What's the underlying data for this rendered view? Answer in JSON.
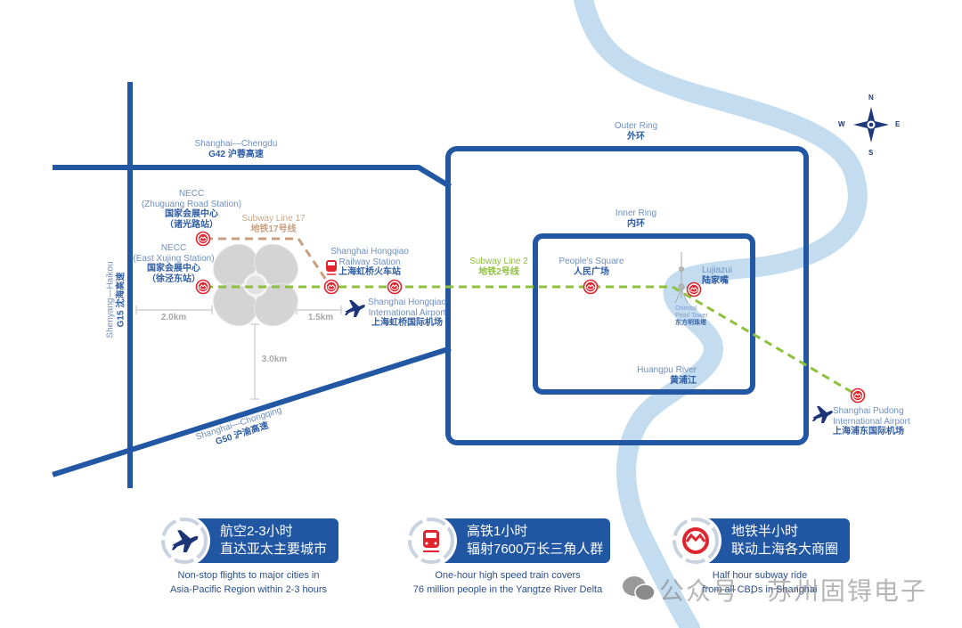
{
  "colors": {
    "road": "#2157a3",
    "river": "#c3dcef",
    "subway_line_2": "#8dc03c",
    "subway_line_17": "#c8a080",
    "station": "#e0252e",
    "airplane": "#1c3478",
    "card": "#2156a3"
  },
  "roads": {
    "g42": {
      "en": "Shanghai—Chengdu",
      "cn": "G42 沪蓉高速"
    },
    "g15": {
      "en": "Shenyang—Haikou",
      "cn": "G15 沈海高速"
    },
    "g50": {
      "en": "Shanghai—Chongqing",
      "cn": "G50 沪渝高速"
    },
    "outer_ring": {
      "en": "Outer Ring",
      "cn": "外环"
    },
    "inner_ring": {
      "en": "Inner Ring",
      "cn": "内环"
    }
  },
  "subway": {
    "line17": {
      "en": "Subway Line 17",
      "cn": "地铁17号线"
    },
    "line2": {
      "en": "Subway Line 2",
      "cn": "地铁2号线"
    }
  },
  "places": {
    "necc_zhuguang": {
      "en1": "NECC",
      "en2": "(Zhuguang Road Station)",
      "cn1": "国家会展中心",
      "cn2": "（诸光路站）"
    },
    "necc_xujing": {
      "en1": "NECC",
      "en2": "(East Xujing Station)",
      "cn1": "国家会展中心",
      "cn2": "（徐泾东站）"
    },
    "hongqiao_rail": {
      "en1": "Shanghai Hongqiao",
      "en2": "Railway Station",
      "cn": "上海虹桥火车站"
    },
    "hongqiao_airport": {
      "en1": "Shanghai Hongqiao",
      "en2": "International Airport",
      "cn": "上海虹桥国际机场"
    },
    "peoples_square": {
      "en": "People's Square",
      "cn": "人民广场"
    },
    "lujiazui": {
      "en": "Lujiazui",
      "cn": "陆家嘴"
    },
    "pearl_tower": {
      "en1": "Oriental",
      "en2": "Pearl Tower",
      "cn": "东方明珠塔"
    },
    "huangpu": {
      "en": "Huangpu River",
      "cn": "黄浦江"
    },
    "pudong_airport": {
      "en1": "Shanghai Pudong",
      "en2": "International Airport",
      "cn": "上海浦东国际机场"
    }
  },
  "distances": {
    "west": "2.0km",
    "east": "1.5km",
    "south": "3.0km"
  },
  "compass": {
    "n": "N",
    "s": "S",
    "e": "E",
    "w": "W"
  },
  "cards": [
    {
      "icon": "airplane-icon",
      "cn1": "航空2-3小时",
      "cn2": "直达亚太主要城市",
      "en1": "Non-stop flights to major cities in",
      "en2": "Asia-Pacific Region within 2-3 hours"
    },
    {
      "icon": "train-icon",
      "cn1": "高铁1小时",
      "cn2": "辐射7600万长三角人群",
      "en1": "One-hour high speed train covers",
      "en2": "76 million people in the Yangtze River Delta"
    },
    {
      "icon": "metro-logo-icon",
      "cn1": "地铁半小时",
      "cn2": "联动上海各大商圈",
      "en1": "Half hour subway ride",
      "en2": "from all CBDs in Shanghai"
    }
  ],
  "watermark": "公众号 · 苏州固锝电子"
}
